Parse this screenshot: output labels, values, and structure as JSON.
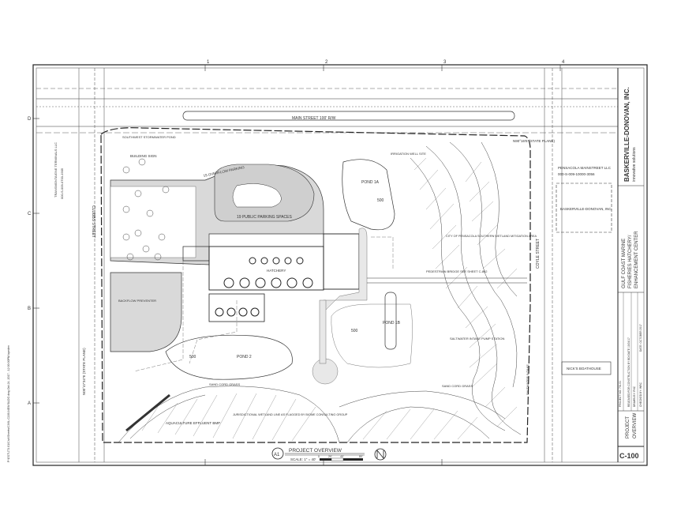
{
  "grid": {
    "top": [
      "1",
      "2",
      "3",
      "4"
    ],
    "left": [
      "D",
      "C",
      "B",
      "A"
    ]
  },
  "labels": {
    "main_street": "MAIN STREET 100' R/W",
    "bearing_top": "N90°16'E (STATE PLANE)",
    "bearing_left": "N00°47'34\"E (STATE PLANE)",
    "clubbs_street": "CLUBBS STREET",
    "coyle_street": "COYLE STREET",
    "public_parking": "19 PUBLIC PARKING SPACES",
    "pond_1a": "POND 1A",
    "pond_1b": "POND 1B",
    "pond_2": "POND 2",
    "pond_500_a": "500",
    "pond_500_b": "500",
    "pond_500_c": "500",
    "irrigation": "IRRIGATION WELL SITE",
    "building_sign": "BUILDING SIGN",
    "overflow_parking": "15 OVERFLOW PARKING",
    "pensacola_llc": "PENSACOLA MAINSTREET LLC",
    "pensacola_llc_id": "000-S-009-10000-3056",
    "baskerville": "BASKERVILLE-DONOVAN, INC.",
    "transmontaigne": "TRANSMONTAIGNE TERMINALS LLC",
    "transmontaigne_id": "000-S-009-0700-1905",
    "hatchery": "HATCHERY",
    "backflow": "BACKFLOW PREVENTER",
    "pedestrian_bridge": "PEDESTRIAN BRIDGE SEE SHEET C-802",
    "saltwater_intake": "SALTWATER INTAKE PUMP STATION",
    "nicks_boathouse": "NICK'S BOATHOUSE",
    "sand_cord_grass_a": "SAND CORD GRASS",
    "sand_cord_grass_b": "SAND CORD GRASS",
    "aquaculture": "AQUACULTURE EFFLUENT BMP",
    "jurisdictional": "JURISDICTIONAL WETLAND LINE AS FLAGGED BY BIOME CONSULTING GROUP",
    "city_wetland": "CITY OF PENSACOLA SOUTHERN WETLAND MITIGATION AREA",
    "existing_pond": "SOUTHWEST STORMWATER POND",
    "saltwater_intake_line": "SALTWATER INTAKE"
  },
  "caption": {
    "marker": "A1",
    "title": "PROJECT OVERVIEW",
    "scale": "SCALE: 1\" = 40'",
    "scale_ticks": [
      "0",
      "20'",
      "40'",
      "80'"
    ]
  },
  "title_block": {
    "firm_name": "BASKERVILLE-DONOVAN, INC.",
    "firm_tag": "innovative solutions",
    "project_line1": "GULF COAST MARINE",
    "project_line2": "FISHERIES HATCHERY/",
    "project_line3": "ENHANCEMENT CENTER",
    "sheet_title_line1": "PROJECT",
    "sheet_title_line2": "OVERVIEW",
    "sheet_number": "C-100",
    "revision_note": "RELEASED FOR CONSTRUCTION BY BDI DATE 10/24/17",
    "project_no": "PROJECT NO: 701.01",
    "drawn": "DRAWN BY: FHC",
    "checked": "CHECKED BY: WRC",
    "date": "DATE: OCTOBER 2017"
  },
  "file_path": "P:\\EST\\J73.01\\Civil\\Sheets\\CIVIL-C100-NEW BLDG.dwg   Oct 24, 2017 - 12:00:00PM   bpeden"
}
